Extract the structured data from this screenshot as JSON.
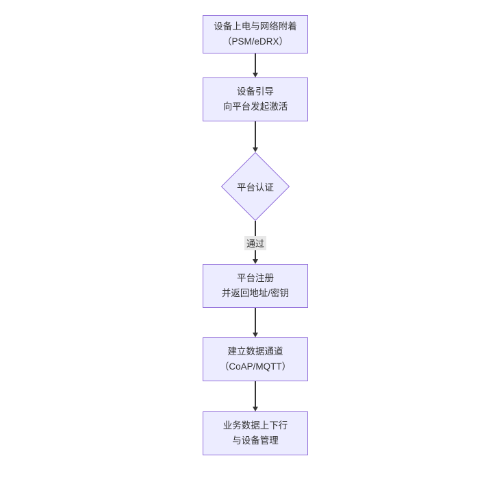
{
  "diagram": {
    "type": "flowchart",
    "direction": "top-down",
    "nodes": [
      {
        "id": "power-attach",
        "shape": "rect",
        "lines": [
          "设备上电与网络附着",
          "（PSM/eDRX）"
        ]
      },
      {
        "id": "bootstrap",
        "shape": "rect",
        "lines": [
          "设备引导",
          "向平台发起激活"
        ]
      },
      {
        "id": "platform-auth",
        "shape": "diamond",
        "lines": [
          "平台认证"
        ]
      },
      {
        "id": "platform-register",
        "shape": "rect",
        "lines": [
          "平台注册",
          "并返回地址/密钥"
        ]
      },
      {
        "id": "data-channel",
        "shape": "rect",
        "lines": [
          "建立数据通道",
          "（CoAP/MQTT）"
        ]
      },
      {
        "id": "business-data",
        "shape": "rect",
        "lines": [
          "业务数据上下行",
          "与设备管理"
        ]
      }
    ],
    "edges": [
      {
        "from": "power-attach",
        "to": "bootstrap",
        "label": ""
      },
      {
        "from": "bootstrap",
        "to": "platform-auth",
        "label": ""
      },
      {
        "from": "platform-auth",
        "to": "platform-register",
        "label": "通过"
      },
      {
        "from": "platform-register",
        "to": "data-channel",
        "label": ""
      },
      {
        "from": "data-channel",
        "to": "business-data",
        "label": ""
      }
    ],
    "edge_label_pass": "通过",
    "colors": {
      "node_fill": "#ECECFF",
      "node_border": "#9370DB",
      "text": "#333333",
      "arrow": "#333333",
      "label_bg": "#e8e8e8"
    }
  }
}
